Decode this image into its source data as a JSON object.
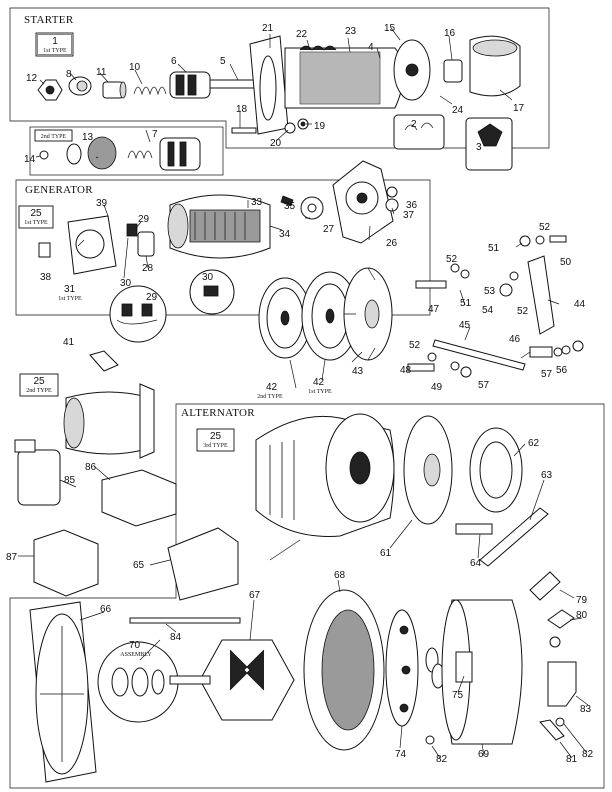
{
  "sections": {
    "starter": "STARTER",
    "generator": "GENERATOR",
    "alternator": "ALTERNATOR"
  },
  "type_boxes": {
    "starter_type1": {
      "num": "1",
      "text": "1st TYPE"
    },
    "starter_type2": {
      "text": "2nd TYPE"
    },
    "gen_type1": {
      "num": "25",
      "text": "1st TYPE"
    },
    "gen_type2": {
      "num": "25",
      "text": "2nd TYPE"
    },
    "alt_type3": {
      "num": "25",
      "text": "3rd TYPE"
    }
  },
  "captions": {
    "c31": "1st TYPE",
    "c42a": "2nd TYPE",
    "c42b": "1st TYPE",
    "c70": "ASSEMBLY"
  },
  "callouts": {
    "n1": "2",
    "n2": "3",
    "n3": "4",
    "n4": "5",
    "n5": "6",
    "n6": "7",
    "n7": "8",
    "n8": "10",
    "n9": "11",
    "n10": "12",
    "n11": "13",
    "n12": "14",
    "n13": "15",
    "n14": "16",
    "n15": "17",
    "n16": "18",
    "n17": "19",
    "n18": "20",
    "n19": "21",
    "n20": "22",
    "n21": "23",
    "n22": "24",
    "n23": "26",
    "n24": "27",
    "n25": "28",
    "n26": "29",
    "n27": "29",
    "n28": "30",
    "n29": "30",
    "n30": "31",
    "n31": "33",
    "n32": "34",
    "n33": "35",
    "n34": "36",
    "n35": "37",
    "n36": "38",
    "n37": "39",
    "n38": "41",
    "n39": "42",
    "n40": "42",
    "n41": "43",
    "n42": "44",
    "n43": "45",
    "n44": "46",
    "n45": "47",
    "n46": "48",
    "n47": "49",
    "n48": "50",
    "n49": "51",
    "n50": "51",
    "n51": "52",
    "n52": "52",
    "n53": "52",
    "n54": "52",
    "n55": "53",
    "n56": "54",
    "n57": "56",
    "n58": "57",
    "n59": "57",
    "n60": "61",
    "n61": "62",
    "n62": "63",
    "n63": "64",
    "n64": "65",
    "n65": "66",
    "n66": "67",
    "n67": "68",
    "n68": "69",
    "n69": "70",
    "n70": "74",
    "n71": "75",
    "n72": "79",
    "n73": "80",
    "n74": "81",
    "n75": "82",
    "n76": "82",
    "n77": "83",
    "n78": "84",
    "n79": "85",
    "n80": "86",
    "n81": "87"
  }
}
